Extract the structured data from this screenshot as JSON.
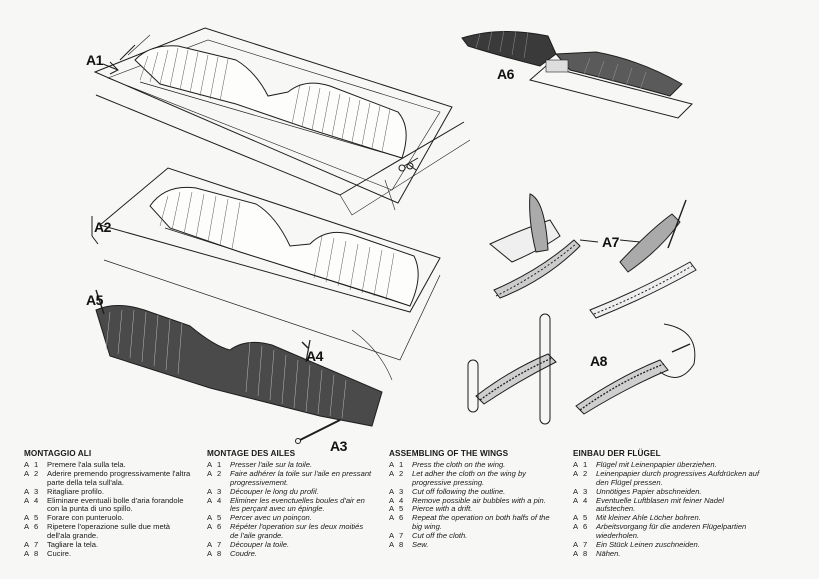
{
  "callouts": [
    "A1",
    "A2",
    "A3",
    "A4",
    "A5",
    "A6",
    "A7",
    "A8"
  ],
  "sections": [
    {
      "title": "MONTAGGIO ALI",
      "italic": false,
      "steps": [
        {
          "letter": "A",
          "num": "1",
          "text": "Premere l'ala sulla tela."
        },
        {
          "letter": "A",
          "num": "2",
          "text": "Aderire premendo progressivamente l'altra parte della tela sull'ala."
        },
        {
          "letter": "A",
          "num": "3",
          "text": "Ritagliare profilo."
        },
        {
          "letter": "A",
          "num": "4",
          "text": "Eliminare eventuali bolle d'aria forandole con la punta di uno spillo."
        },
        {
          "letter": "A",
          "num": "5",
          "text": "Forare con punteruolo."
        },
        {
          "letter": "A",
          "num": "6",
          "text": "Ripetere l'operazione sulle due metà dell'ala grande."
        },
        {
          "letter": "A",
          "num": "7",
          "text": "Tagliare la tela."
        },
        {
          "letter": "A",
          "num": "8",
          "text": "Cucire."
        }
      ]
    },
    {
      "title": "MONTAGE DES AILES",
      "italic": true,
      "steps": [
        {
          "letter": "A",
          "num": "1",
          "text": "Presser l'aile sur la toile."
        },
        {
          "letter": "A",
          "num": "2",
          "text": "Faire adhérer la toile sur l'aile en pressant progressivement."
        },
        {
          "letter": "A",
          "num": "3",
          "text": "Découper le long du profil."
        },
        {
          "letter": "A",
          "num": "4",
          "text": "Eliminer les evenctuelles boules d'air en les perçant avec un épingle."
        },
        {
          "letter": "A",
          "num": "5",
          "text": "Percer avec un poinçon."
        },
        {
          "letter": "A",
          "num": "6",
          "text": "Répéter l'operation sur les deux moitiés de l'aile grande."
        },
        {
          "letter": "A",
          "num": "7",
          "text": "Découper la toile."
        },
        {
          "letter": "A",
          "num": "8",
          "text": "Coudre."
        }
      ]
    },
    {
      "title": "ASSEMBLING OF THE WINGS",
      "italic": true,
      "steps": [
        {
          "letter": "A",
          "num": "1",
          "text": "Press the cloth on the wing."
        },
        {
          "letter": "A",
          "num": "2",
          "text": "Let adher the cloth on the wing by progressive pressing."
        },
        {
          "letter": "A",
          "num": "3",
          "text": "Cut off following the outline."
        },
        {
          "letter": "A",
          "num": "4",
          "text": "Remove possible air bubbles with a pin."
        },
        {
          "letter": "A",
          "num": "5",
          "text": "Pierce with a drift."
        },
        {
          "letter": "A",
          "num": "6",
          "text": "Repeat the operation on both halfs of the big wing."
        },
        {
          "letter": "A",
          "num": "7",
          "text": "Cut off the cloth."
        },
        {
          "letter": "A",
          "num": "8",
          "text": "Sew."
        }
      ]
    },
    {
      "title": "EINBAU DER FLÜGEL",
      "italic": true,
      "steps": [
        {
          "letter": "A",
          "num": "1",
          "text": "Flügel mit Leinenpapier überziehen."
        },
        {
          "letter": "A",
          "num": "2",
          "text": "Leinenpapier durch progressives Aufdrücken auf den Flügel pressen."
        },
        {
          "letter": "A",
          "num": "3",
          "text": "Unnötiges Papier abschneiden."
        },
        {
          "letter": "A",
          "num": "4",
          "text": "Eventuelle Luftblasen mit feiner Nadel aufstechen."
        },
        {
          "letter": "A",
          "num": "5",
          "text": "Mit kleiner Ahle Löcher bohren."
        },
        {
          "letter": "A",
          "num": "6",
          "text": "Arbeitsvorgang für die anderen Flügelpartien wiederholen."
        },
        {
          "letter": "A",
          "num": "7",
          "text": "Ein Stück Leinen zuschneiden."
        },
        {
          "letter": "A",
          "num": "8",
          "text": "Nähen."
        }
      ]
    }
  ]
}
